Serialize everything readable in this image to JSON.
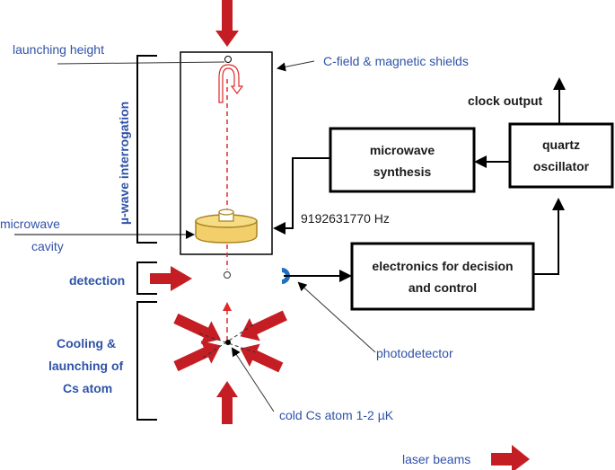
{
  "labels": {
    "launching_height": "launching height",
    "c_field": "C-field & magnetic shields",
    "mu_wave": "µ-wave interrogation",
    "microwave_cavity_1": "microwave",
    "microwave_cavity_2": "cavity",
    "detection": "detection",
    "cooling_1": "Cooling &",
    "cooling_2": "launching of",
    "cooling_3": "Cs atom",
    "cold_atom": "cold Cs atom 1-2 µK",
    "photodetector": "photodetector",
    "frequency": "9192631770 Hz",
    "laser_beams": "laser beams",
    "clock_output": "clock output"
  },
  "blocks": {
    "synthesis_1": "microwave",
    "synthesis_2": "synthesis",
    "quartz_1": "quartz",
    "quartz_2": "oscillator",
    "electronics_1": "electronics for decision",
    "electronics_2": "and control"
  },
  "colors": {
    "label_blue": "#2f52a8",
    "laser_red": "#c41e24",
    "cavity_gold": "#f2cf6b",
    "photodetector_blue": "#1f6fc0"
  }
}
